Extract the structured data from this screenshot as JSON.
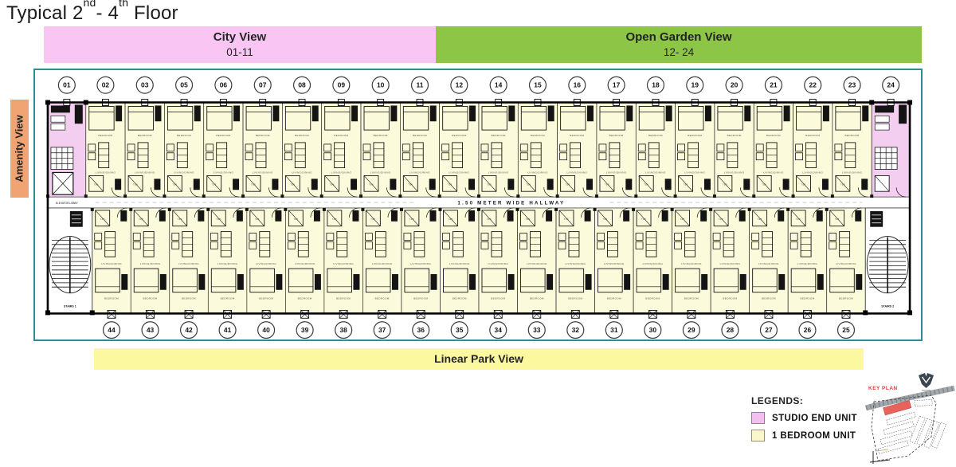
{
  "title": {
    "p1": "Typical 2",
    "s1": "nd",
    "p2": "- 4",
    "s2": "th",
    "p3": " Floor"
  },
  "banners": {
    "city": {
      "label": "City View",
      "range": "01-11",
      "color": "#F9C6F3"
    },
    "garden": {
      "label": "Open Garden View",
      "range": "12- 24",
      "color": "#8DC646"
    },
    "amenity": {
      "label": "Amenity View",
      "color": "#F0A473"
    },
    "linear_park": {
      "label": "Linear Park View",
      "color": "#FBF8A0"
    }
  },
  "plan": {
    "hallway_label": "1.50 METER WIDE HALLWAY",
    "elevator_lobby_label": "ELEVATOR LOBBY",
    "stairs1_label": "STAIRS 1",
    "stairs2_label": "STAIRS 2",
    "room_labels": {
      "bedroom": "BEDROOM",
      "living": "LIVING/DINING",
      "toilet": "T&B"
    },
    "top_units": [
      "01",
      "02",
      "03",
      "05",
      "06",
      "07",
      "08",
      "09",
      "10",
      "11",
      "12",
      "14",
      "15",
      "16",
      "17",
      "18",
      "19",
      "20",
      "21",
      "22",
      "23",
      "24"
    ],
    "bottom_units": [
      "44",
      "43",
      "42",
      "41",
      "40",
      "39",
      "38",
      "37",
      "36",
      "35",
      "34",
      "33",
      "32",
      "31",
      "30",
      "29",
      "28",
      "27",
      "26",
      "25"
    ],
    "studio_units": [
      "01",
      "24"
    ],
    "colors": {
      "studio": "#F4CEF0",
      "one_bedroom": "#FBFADA",
      "border": "#2E8B97"
    }
  },
  "legends": {
    "title": "LEGENDS:",
    "items": [
      {
        "label": "STUDIO END UNIT",
        "color": "#F2C0ED"
      },
      {
        "label": "1 BEDROOM UNIT",
        "color": "#F9F7CB"
      }
    ]
  },
  "key_plan": {
    "label": "KEY PLAN",
    "highlight_color": "#E8635B"
  }
}
